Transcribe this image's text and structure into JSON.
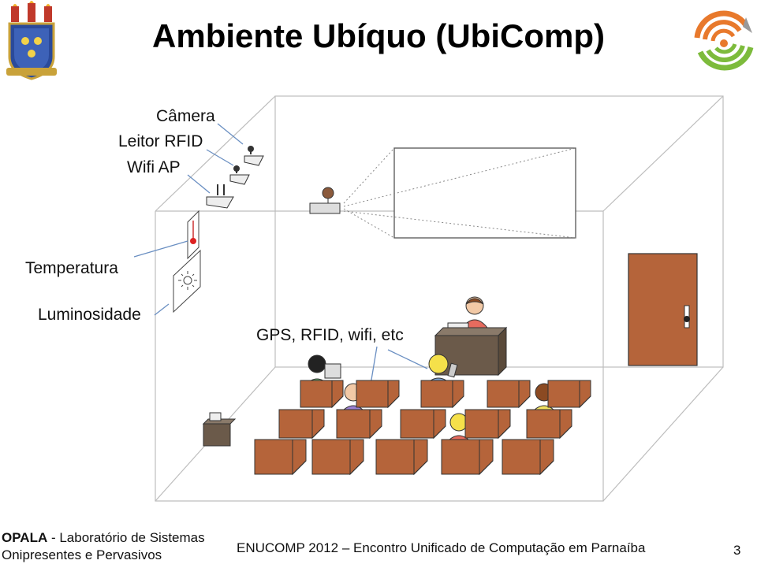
{
  "title": "Ambiente Ubíquo (UbiComp)",
  "labels": {
    "camera": "Câmera",
    "rfid": "Leitor RFID",
    "wifi": "Wifi AP",
    "temperature": "Temperatura",
    "luminosity": "Luminosidade",
    "gps": "GPS, RFID, wifi, etc"
  },
  "footer": {
    "lab_name": "OPALA",
    "lab_line1_rest": " - Laboratório de Sistemas",
    "lab_line2": "Onipresentes e Pervasivos",
    "event": "ENUCOMP 2012 – Encontro Unificado de Computação em Parnaíba",
    "page": "3"
  },
  "colors": {
    "desk": "#b5643a",
    "desk_dark": "#8a4522",
    "door": "#b5643a",
    "teacher_desk": "#6b5a4a",
    "logo_orange": "#e8792c",
    "logo_green": "#7dbb3c"
  }
}
